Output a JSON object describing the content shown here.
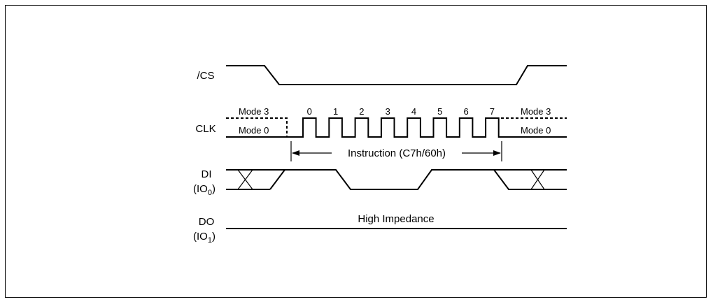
{
  "signals": {
    "cs": "/CS",
    "clk": "CLK",
    "di": "DI",
    "di_sub": "(IO",
    "di_sub_index": "0",
    "do": "DO",
    "do_sub": "(IO",
    "do_sub_index": "1"
  },
  "clock": {
    "mode3_left": "Mode 3",
    "mode0_left": "Mode 0",
    "mode3_right": "Mode 3",
    "mode0_right": "Mode 0",
    "bit_numbers": [
      "0",
      "1",
      "2",
      "3",
      "4",
      "5",
      "6",
      "7"
    ]
  },
  "annotations": {
    "instruction": "Instruction (C7h/60h)",
    "high_impedance": "High Impedance"
  },
  "colors": {
    "line": "#000000",
    "background": "#ffffff"
  }
}
